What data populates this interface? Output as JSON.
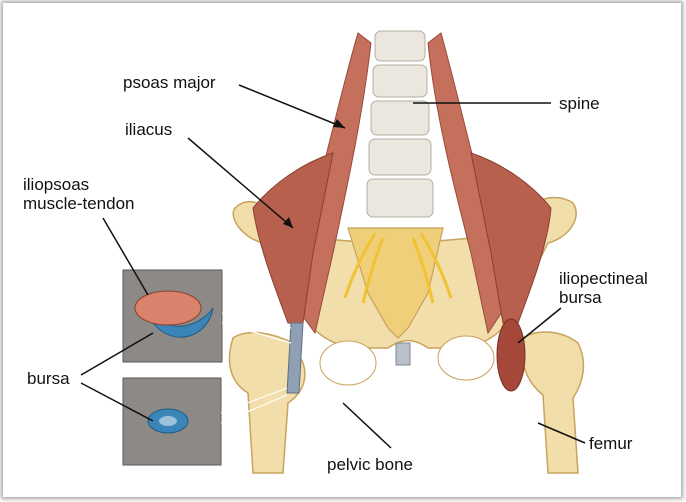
{
  "labels": {
    "psoas_major": "psoas major",
    "spine": "spine",
    "iliacus": "iliacus",
    "iliopsoas_line1": "iliopsoas",
    "iliopsoas_line2": "muscle-tendon",
    "iliopectineal_line1": "iliopectineal",
    "iliopectineal_line2": "bursa",
    "bursa": "bursa",
    "pelvic_bone": "pelvic bone",
    "femur": "femur"
  },
  "colors": {
    "muscle": "#c4705c",
    "muscle_dark": "#9a4a3a",
    "bone": "#f2deaa",
    "bone_shade": "#e0c07a",
    "nerve": "#f1c232",
    "bursa": "#3b86b8",
    "inset_bg": "#8c8986",
    "vertebra": "#ece7de"
  }
}
